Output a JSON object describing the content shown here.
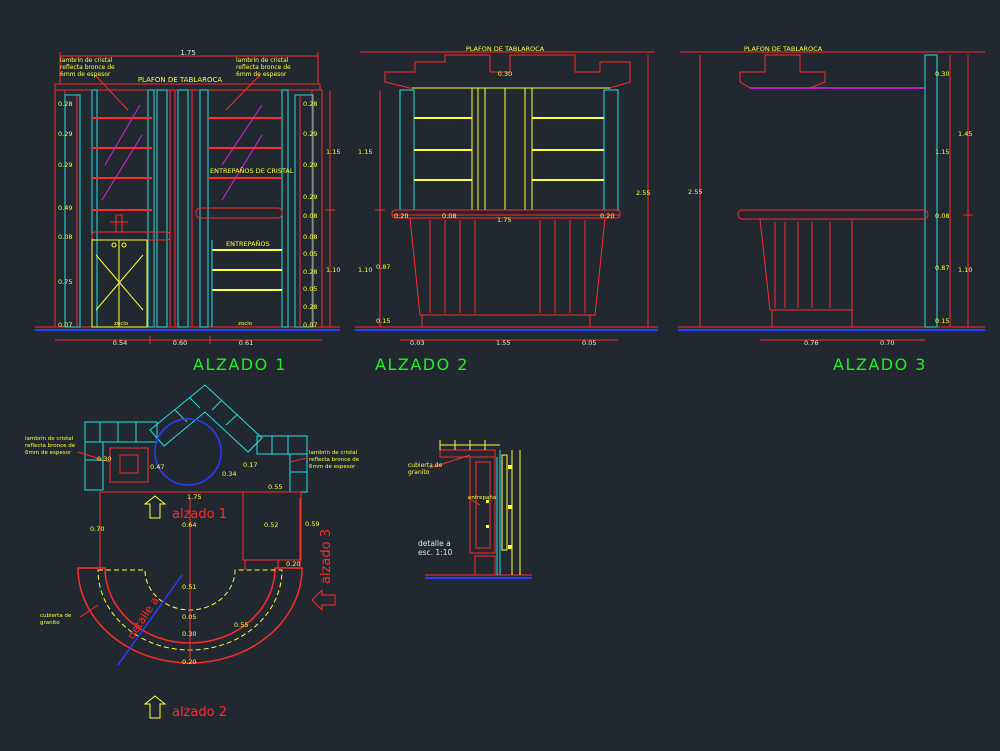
{
  "colors": {
    "background": "#212830",
    "red": "#ff2a2a",
    "yellow": "#ffff3a",
    "cyan": "#1ee0e0",
    "green": "#22ee22",
    "magenta": "#e020e0",
    "white": "#e8e8e8",
    "blue": "#2a3cff",
    "gray": "#8a94a0"
  },
  "alzado1": {
    "title": "ALZADO 1",
    "overall_width": "1.75",
    "plafon": "PLAFON DE TABLAROCA",
    "note_left": [
      "lambrín de cristal",
      "reflecta bronce de",
      "6mm de espesor"
    ],
    "note_right": [
      "lambrín de cristal",
      "reflecta bronce de",
      "6mm de espesor"
    ],
    "entrepanos_cristal": "ENTREPAÑOS DE CRISTAL",
    "entrepanos": "ENTREPAÑOS",
    "zoclo_left": "zoclo",
    "zoclo_right": "zoclo",
    "left_dims": [
      "0.28",
      "0.29",
      "0.29",
      "0.49",
      "0.08",
      "0.75",
      "0.07"
    ],
    "right_dims": [
      "0.28",
      "0.29",
      "0.29",
      "0.29",
      "0.08",
      "0.08",
      "0.05",
      "0.28",
      "0.05",
      "0.28",
      "0.07"
    ],
    "height_upper": "1.15",
    "height_lower": "1.10",
    "bottom_dims": [
      "0.54",
      "0.60",
      "0.61"
    ]
  },
  "alzado2": {
    "title": "ALZADO 2",
    "plafon": "PLAFON DE TABLAROCA",
    "top_dim": "0.30",
    "left_upper": "1.15",
    "left_lower": "1.10",
    "right_total": "2.55",
    "dim_020_left": "0.20",
    "dim_008": "0.08",
    "dim_175": "1.75",
    "dim_020_right": "0.20",
    "dim_087": "0.87",
    "dim_015": "0.15",
    "bottom_dims": [
      "0.03",
      "1.55",
      "0.05"
    ]
  },
  "alzado3": {
    "title": "ALZADO 3",
    "plafon": "PLAFON DE TABLAROCA",
    "left_total": "2.55",
    "right_dims": [
      "0.30",
      "1.15",
      "0.08",
      "0.87",
      "0.15"
    ],
    "outer_upper": "1.45",
    "outer_lower": "1.10",
    "bottom_dims": [
      "0.76",
      "0.70"
    ]
  },
  "plan": {
    "note_left": [
      "lambrín de cristal",
      "reflecta bronce de",
      "6mm de espesor"
    ],
    "note_right": [
      "lambrín de cristal",
      "reflecta bronce de",
      "6mm de espesor"
    ],
    "dims": {
      "d030": "0.30",
      "d047": "0.47",
      "d034": "0.34",
      "d017": "0.17",
      "d055_top": "0.55",
      "d175": "1.75",
      "d070": "0.70",
      "d064": "0.64",
      "d052": "0.52",
      "d059": "0.59",
      "d020_right": "0.20",
      "d051": "0.51",
      "d005": "0.05",
      "d055_arc": "0.55",
      "d030_arc": "0.30",
      "d020_bottom": "0.20"
    },
    "granite_note": [
      "cubierta de",
      "granito"
    ],
    "alzado1_label": "alzado 1",
    "alzado2_label": "alzado 2",
    "alzado3_label": "alzado 3",
    "detalle_label": "detalle a"
  },
  "detail": {
    "granite_note": [
      "cubierta de",
      "granito"
    ],
    "entrepano": "entrepaño",
    "label": [
      "detalle a",
      "esc. 1:10"
    ]
  }
}
